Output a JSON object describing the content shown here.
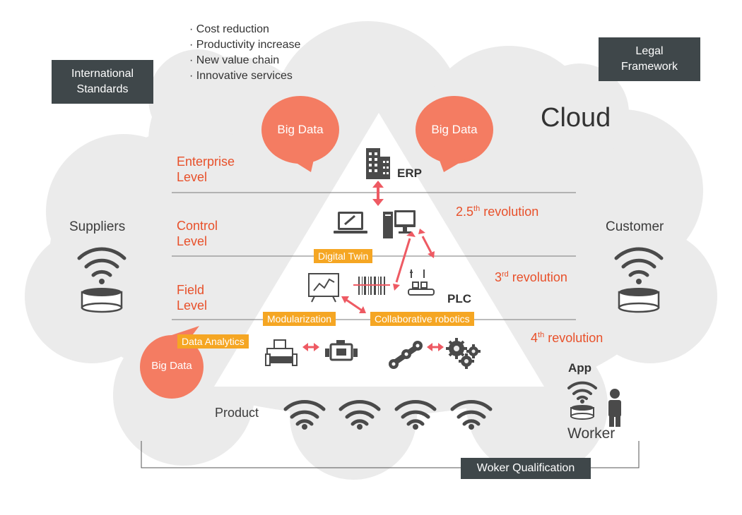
{
  "benefits": [
    "· Cost reduction",
    "· Productivity increase",
    "· New value chain",
    "· Innovative services"
  ],
  "boxes": {
    "international_standards": [
      "International",
      "Standards"
    ],
    "legal_framework": [
      "Legal",
      "Framework"
    ],
    "worker_qualification": "Woker Qualification"
  },
  "cloud_label": "Cloud",
  "big_data": {
    "left": "Big Data",
    "right": "Big Data",
    "bottom": "Big Data"
  },
  "levels": {
    "enterprise": [
      "Enterprise",
      "Level"
    ],
    "control": [
      "Control",
      "Level"
    ],
    "field": [
      "Field",
      "Level"
    ]
  },
  "revolutions": {
    "r25": {
      "base": "2.5",
      "sup": "th",
      "text": " revolution"
    },
    "r3": {
      "base": "3",
      "sup": "rd",
      "text": " revolution"
    },
    "r4": {
      "base": "4",
      "sup": "th",
      "text": " revolution"
    }
  },
  "tags": {
    "digital_twin": "Digital Twin",
    "modularization": "Modularization",
    "collaborative_robotics": "Collaborative robotics",
    "data_analytics": "Data Analytics"
  },
  "labels": {
    "erp": "ERP",
    "plc": "PLC",
    "suppliers": "Suppliers",
    "customer": "Customer",
    "product": "Product",
    "app": "App",
    "worker": "Worker"
  },
  "colors": {
    "cloud": "#ebebeb",
    "bubble": "#f47c62",
    "accent_red": "#e8502a",
    "arrow": "#ee5a63",
    "tag_orange": "#f5a623",
    "dark_box": "#3f474a",
    "icon_gray": "#4a4a4a"
  }
}
